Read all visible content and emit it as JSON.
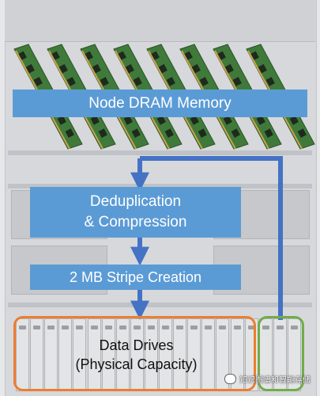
{
  "labels": {
    "dram": "Node DRAM Memory",
    "dedup_line1": "Deduplication",
    "dedup_line2": "& Compression",
    "stripe": "2 MB Stripe Creation",
    "drives_line1": "Data Drives",
    "drives_line2": "(Physical Capacity)"
  },
  "watermark": "知识图谱和智能存储",
  "colors": {
    "box_fill": "#5b9bd5",
    "arrow": "#4472c4",
    "data_drives_outline": "#ed7d31",
    "right_drives_outline": "#70ad47",
    "box_text": "#ffffff"
  },
  "icons": {
    "memory_modules": "dimm-memory-module-icon",
    "drive_bays": "hard-drive-bay-icon",
    "watermark_logo": "wechat-logo-icon"
  }
}
